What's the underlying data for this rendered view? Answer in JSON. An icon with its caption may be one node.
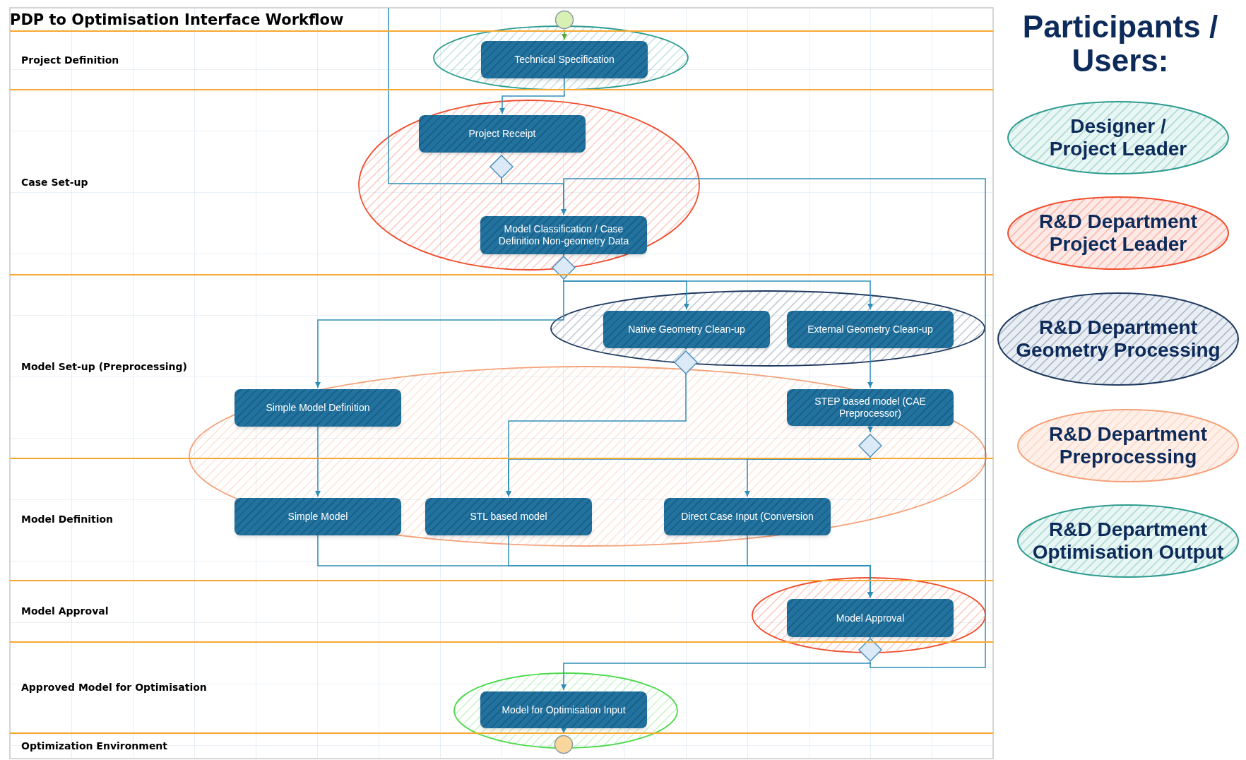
{
  "diagram": {
    "title": "PDP to Optimisation Interface Workflow",
    "nodes": [
      {
        "text": [],
        "shape": "circle"
      },
      {
        "text": [
          "Project Definition"
        ]
      },
      {
        "text": [
          "Technical Specification"
        ],
        "in": 1
      },
      {
        "text": [
          "Case Set-up"
        ]
      },
      {
        "text": [
          "Project Receipt"
        ],
        "in": 3
      },
      {
        "text": [],
        "shape": "diamond",
        "in": 3
      },
      {
        "text": [
          "Model Classification / Case Definition Non-geometry Data"
        ],
        "in": 3
      },
      {
        "text": [],
        "shape": "diamond"
      },
      {
        "text": [
          "Model Set-up (Preprocessing)"
        ]
      },
      {
        "text": [
          "Native Geometry Clean-up"
        ],
        "in": 8
      },
      {
        "text": [
          "External Geometry Clean-up"
        ],
        "in": 8
      },
      {
        "text": [],
        "shape": "diamond",
        "in": 8
      },
      {
        "text": [
          "Simple Model Definition"
        ],
        "in": 8
      },
      {
        "text": [
          "STEP based model (CAE Preprocessor)"
        ],
        "in": 8
      },
      {
        "text": [],
        "shape": "diamond",
        "in": 8
      },
      {
        "text": [
          "Model Definition"
        ]
      },
      {
        "text": [
          "Simple Model"
        ],
        "in": 15
      },
      {
        "text": [
          "STL based model"
        ],
        "in": 15
      },
      {
        "text": [
          "Direct Case Input (Conversion"
        ],
        "in": 15
      },
      {
        "text": [
          "Model Approval"
        ]
      },
      {
        "text": [
          "Model Approval"
        ],
        "in": 19
      },
      {
        "text": [],
        "shape": "diamond"
      },
      {
        "text": [
          "Approved Model for Optimisation"
        ]
      },
      {
        "text": [
          "Model for Optimisation Input"
        ],
        "in": 22
      },
      {
        "text": [
          "Optimization Environment"
        ]
      },
      {
        "text": [],
        "shape": "circle",
        "in": 24
      },
      {
        "text": [
          "Designer / Project Leader"
        ]
      },
      {
        "text": [
          "R&D Department Project Leader"
        ]
      },
      {
        "text": [
          "R&D Department Geometry Processing"
        ]
      },
      {
        "text": [
          "R&D Department Preprocessing"
        ]
      },
      {
        "text": [
          "R&D Department Optimisation Output"
        ]
      }
    ],
    "edges": [
      {
        "from": 0,
        "to": 2,
        "arrow": "to",
        "color": "#5aaa2e"
      },
      {
        "from": 2,
        "to": 4,
        "arrow": "to"
      },
      {
        "from": 4,
        "to": 5,
        "arrow": "to"
      },
      {
        "from": 5,
        "to": 6,
        "arrow": "to"
      },
      {
        "from": 5,
        "to": null,
        "arrow": "none"
      },
      {
        "from": 6,
        "to": 7,
        "arrow": "to"
      },
      {
        "from": 7,
        "to": 9,
        "arrow": "to"
      },
      {
        "from": 7,
        "to": 10,
        "arrow": "to"
      },
      {
        "from": 7,
        "to": 12,
        "arrow": "to"
      },
      {
        "from": 9,
        "to": 11,
        "arrow": "to"
      },
      {
        "from": 11,
        "to": 17,
        "arrow": "to"
      },
      {
        "from": 10,
        "to": 13,
        "arrow": "to"
      },
      {
        "from": 13,
        "to": 14,
        "arrow": "to"
      },
      {
        "from": 14,
        "to": 18,
        "arrow": "to"
      },
      {
        "from": 14,
        "to": 17,
        "arrow": "to"
      },
      {
        "from": 12,
        "to": 16,
        "arrow": "to"
      },
      {
        "from": 16,
        "to": 20,
        "arrow": "to"
      },
      {
        "from": 17,
        "to": 20,
        "arrow": "to"
      },
      {
        "from": 18,
        "to": 20,
        "arrow": "to"
      },
      {
        "from": 20,
        "to": 21,
        "arrow": "to"
      },
      {
        "from": 21,
        "to": 23,
        "arrow": "to"
      },
      {
        "from": 21,
        "to": 6,
        "arrow": "to"
      },
      {
        "from": 23,
        "to": 25,
        "arrow": "to"
      }
    ],
    "labels": [
      "Participants / Users:"
    ]
  }
}
